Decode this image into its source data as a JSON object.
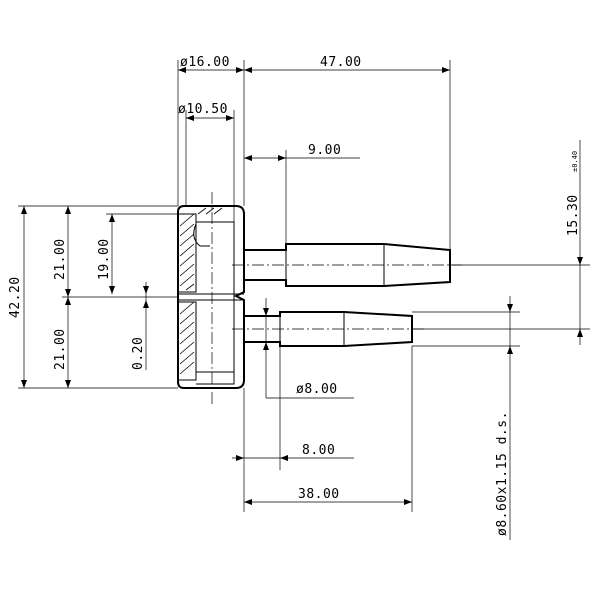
{
  "dimensions": {
    "dia_16": "ø16.00",
    "len_47": "47.00",
    "dia_10_5": "ø10.50",
    "len_9": "9.00",
    "height_15_3": "15.30",
    "tol_15_3": "±0.40",
    "total_42_2": "42.20",
    "upper_21": "21.00",
    "lower_21": "21.00",
    "height_19": "19.00",
    "gap_0_2": "0.20",
    "dia_8": "ø8.00",
    "len_8": "8.00",
    "len_38": "38.00",
    "thread": "ø8.60x1.15 d.s."
  }
}
